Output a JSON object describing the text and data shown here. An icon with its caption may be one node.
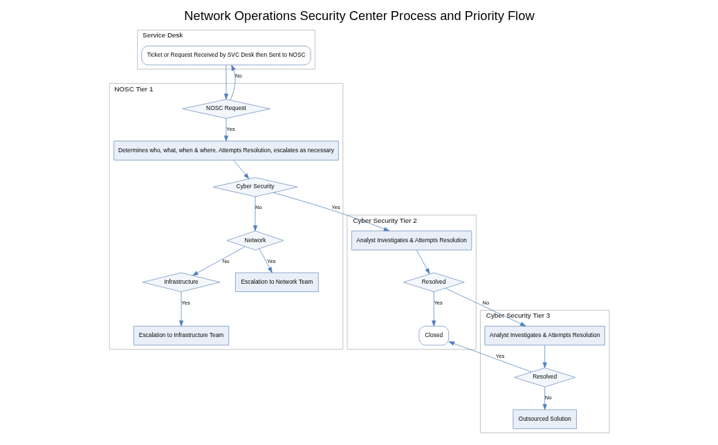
{
  "diagram": {
    "title": "Network Operations Security Center Process and Priority Flow",
    "nodes": [
      {
        "text": [
          "Service Desk"
        ]
      },
      {
        "text": [
          "Ticket or Request Received by SVC Desk then Sent to NOSC"
        ],
        "in": 0
      },
      {
        "text": [
          "NOSC Tier 1"
        ]
      },
      {
        "text": [
          "NOSC Request"
        ],
        "in": 2
      },
      {
        "text": [
          "Determines who, what, when & where. Attempts Resolution, escalates as necessary"
        ],
        "in": 2
      },
      {
        "text": [
          "Cyber Security"
        ],
        "in": 2
      },
      {
        "text": [
          "Network"
        ],
        "in": 2
      },
      {
        "text": [
          "Infrastructure"
        ],
        "in": 2
      },
      {
        "text": [
          "Escalation to Network Team"
        ],
        "in": 2
      },
      {
        "text": [
          "Escalation to Infrastructure Team"
        ],
        "in": 2
      },
      {
        "text": [
          "Cyber Security Tier 2"
        ]
      },
      {
        "text": [
          "Analyst Investigates & Attempts Resolution"
        ],
        "in": 10
      },
      {
        "text": [
          "Resolved"
        ],
        "in": 10
      },
      {
        "text": [
          "Closed"
        ],
        "in": 10
      },
      {
        "text": [
          "Cyber Security Tier 3"
        ]
      },
      {
        "text": [
          "Analyst Investigates & Attempts Resolution"
        ],
        "in": 14
      },
      {
        "text": [
          "Resolved"
        ],
        "in": 14
      },
      {
        "text": [
          "Outsourced Solution"
        ],
        "in": 14
      }
    ],
    "edges": [
      {
        "from": 1,
        "to": 3,
        "arrow": "to"
      },
      {
        "from": 3,
        "to": 1,
        "arrow": "to",
        "label": "No"
      },
      {
        "from": 3,
        "to": 4,
        "arrow": "to",
        "label": "Yes"
      },
      {
        "from": 4,
        "to": 5,
        "arrow": "to"
      },
      {
        "from": 5,
        "to": 6,
        "arrow": "to",
        "label": "No"
      },
      {
        "from": 6,
        "to": 7,
        "arrow": "to",
        "label": "No"
      },
      {
        "from": 6,
        "to": 8,
        "arrow": "to",
        "label": "Yes"
      },
      {
        "from": 7,
        "to": 9,
        "arrow": "to",
        "label": "Yes"
      },
      {
        "from": 5,
        "to": 11,
        "arrow": "to",
        "label": "Yes"
      },
      {
        "from": 11,
        "to": 12,
        "arrow": "to"
      },
      {
        "from": 12,
        "to": 13,
        "arrow": "to",
        "label": "Yes"
      },
      {
        "from": 12,
        "to": 15,
        "arrow": "to",
        "label": "No"
      },
      {
        "from": 15,
        "to": 16,
        "arrow": "to"
      },
      {
        "from": 16,
        "to": 13,
        "arrow": "to",
        "label": "Yes"
      },
      {
        "from": 16,
        "to": 17,
        "arrow": "to",
        "label": "No"
      }
    ]
  }
}
